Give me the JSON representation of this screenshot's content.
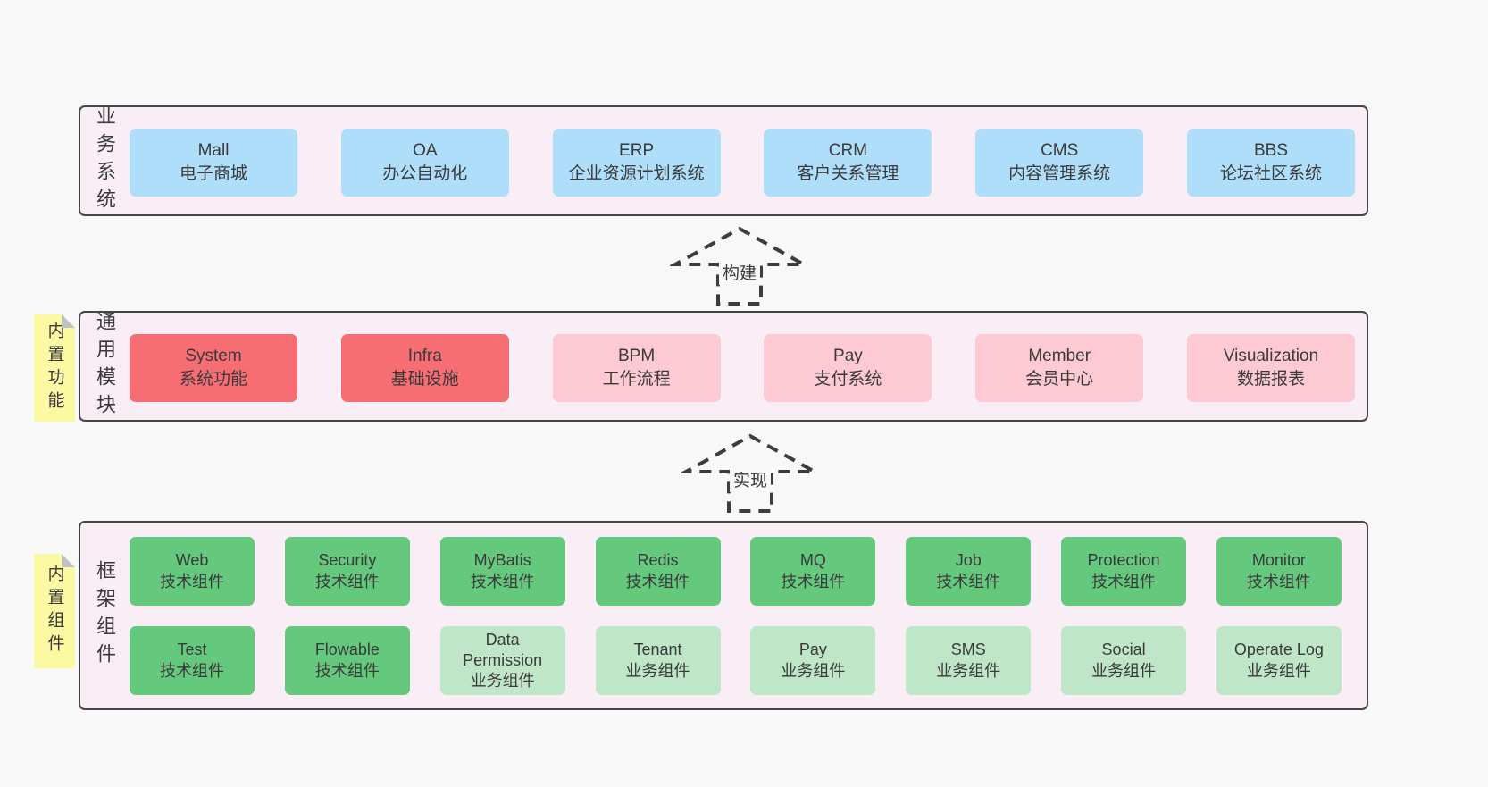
{
  "colors": {
    "page_bg": "#f8f8f8",
    "band_bg": "#f9edf6",
    "band_border": "#454545",
    "blue_box": "#aedefa",
    "red_box": "#f66d73",
    "pink_box": "#fdc9d3",
    "green_box": "#64c97d",
    "light_green_box": "#bfe6c7",
    "sticky_yellow": "#fbf9a1",
    "text": "#3a3a3a"
  },
  "arrows": [
    {
      "label": "构建"
    },
    {
      "label": "实现"
    }
  ],
  "bands": [
    {
      "label": "业务系统",
      "boxes": [
        {
          "title": "Mall",
          "subtitle": "电子商城",
          "variant": "blue"
        },
        {
          "title": "OA",
          "subtitle": "办公自动化",
          "variant": "blue"
        },
        {
          "title": "ERP",
          "subtitle": "企业资源计划系统",
          "variant": "blue"
        },
        {
          "title": "CRM",
          "subtitle": "客户关系管理",
          "variant": "blue"
        },
        {
          "title": "CMS",
          "subtitle": "内容管理系统",
          "variant": "blue"
        },
        {
          "title": "BBS",
          "subtitle": "论坛社区系统",
          "variant": "blue"
        }
      ]
    },
    {
      "label": "通用模块",
      "sticky": "内置功能",
      "boxes": [
        {
          "title": "System",
          "subtitle": "系统功能",
          "variant": "red"
        },
        {
          "title": "Infra",
          "subtitle": "基础设施",
          "variant": "red"
        },
        {
          "title": "BPM",
          "subtitle": "工作流程",
          "variant": "pink"
        },
        {
          "title": "Pay",
          "subtitle": "支付系统",
          "variant": "pink"
        },
        {
          "title": "Member",
          "subtitle": "会员中心",
          "variant": "pink"
        },
        {
          "title": "Visualization",
          "subtitle": "数据报表",
          "variant": "pink"
        }
      ]
    },
    {
      "label": "框架组件",
      "sticky": "内置组件",
      "rows": [
        [
          {
            "title": "Web",
            "subtitle": "技术组件",
            "variant": "green"
          },
          {
            "title": "Security",
            "subtitle": "技术组件",
            "variant": "green"
          },
          {
            "title": "MyBatis",
            "subtitle": "技术组件",
            "variant": "green"
          },
          {
            "title": "Redis",
            "subtitle": "技术组件",
            "variant": "green"
          },
          {
            "title": "MQ",
            "subtitle": "技术组件",
            "variant": "green"
          },
          {
            "title": "Job",
            "subtitle": "技术组件",
            "variant": "green"
          },
          {
            "title": "Protection",
            "subtitle": "技术组件",
            "variant": "green"
          },
          {
            "title": "Monitor",
            "subtitle": "技术组件",
            "variant": "green"
          }
        ],
        [
          {
            "title": "Test",
            "subtitle": "技术组件",
            "variant": "green"
          },
          {
            "title": "Flowable",
            "subtitle": "技术组件",
            "variant": "green"
          },
          {
            "title": "Data Permission",
            "subtitle": "业务组件",
            "variant": "lightgreen"
          },
          {
            "title": "Tenant",
            "subtitle": "业务组件",
            "variant": "lightgreen"
          },
          {
            "title": "Pay",
            "subtitle": "业务组件",
            "variant": "lightgreen"
          },
          {
            "title": "SMS",
            "subtitle": "业务组件",
            "variant": "lightgreen"
          },
          {
            "title": "Social",
            "subtitle": "业务组件",
            "variant": "lightgreen"
          },
          {
            "title": "Operate Log",
            "subtitle": "业务组件",
            "variant": "lightgreen"
          }
        ]
      ]
    }
  ]
}
